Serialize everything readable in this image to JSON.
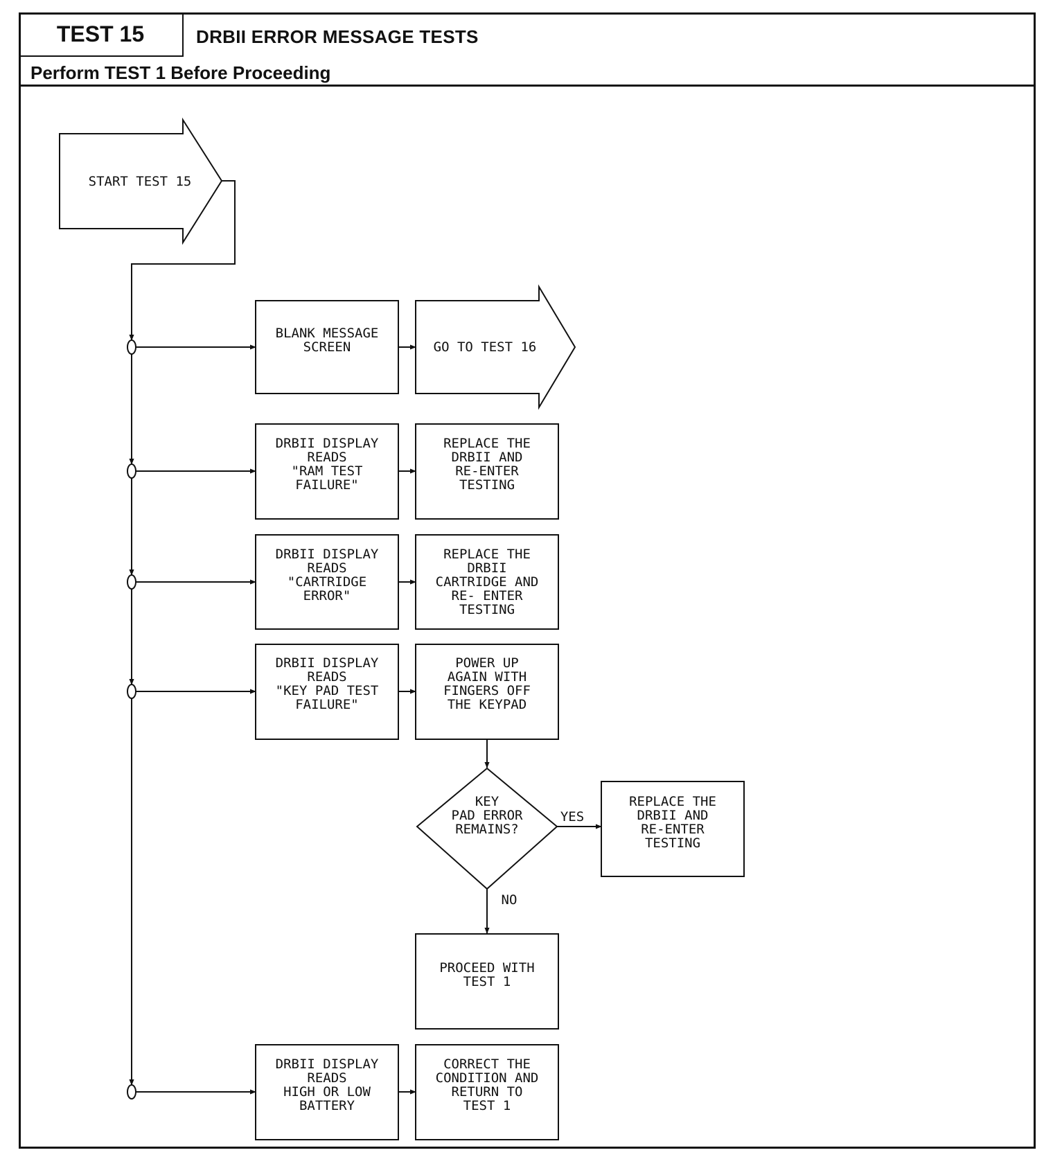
{
  "header": {
    "test_label": "TEST 15",
    "title": "DRBII ERROR MESSAGE TESTS",
    "prerequisite": "Perform TEST 1 Before Proceeding"
  },
  "flow": {
    "start": "START TEST 15",
    "blank_screen": [
      "BLANK MESSAGE",
      "SCREEN"
    ],
    "goto16": "GO TO TEST 16",
    "ram_fail": [
      "DRBII DISPLAY",
      "READS",
      "\"RAM TEST",
      "FAILURE\""
    ],
    "replace1": [
      "REPLACE THE",
      "DRBII AND",
      "RE-ENTER",
      "TESTING"
    ],
    "cart_error": [
      "DRBII DISPLAY",
      "READS",
      "\"CARTRIDGE",
      "ERROR\""
    ],
    "replace_cart": [
      "REPLACE THE",
      "DRBII",
      "CARTRIDGE AND",
      "RE- ENTER",
      "TESTING"
    ],
    "keypad_fail": [
      "DRBII DISPLAY",
      "READS",
      "\"KEY PAD TEST",
      "FAILURE\""
    ],
    "power_up": [
      "POWER UP",
      "AGAIN WITH",
      "FINGERS OFF",
      "THE KEYPAD"
    ],
    "decision": [
      "KEY",
      "PAD ERROR",
      "REMAINS?"
    ],
    "yes": "YES",
    "no": "NO",
    "replace2": [
      "REPLACE THE",
      "DRBII AND",
      "RE-ENTER",
      "TESTING"
    ],
    "proceed": [
      "PROCEED WITH",
      "TEST 1"
    ],
    "battery": [
      "DRBII DISPLAY",
      "READS",
      "HIGH OR LOW",
      "BATTERY"
    ],
    "correct": [
      "CORRECT THE",
      "CONDITION AND",
      "RETURN TO",
      "TEST 1"
    ]
  }
}
